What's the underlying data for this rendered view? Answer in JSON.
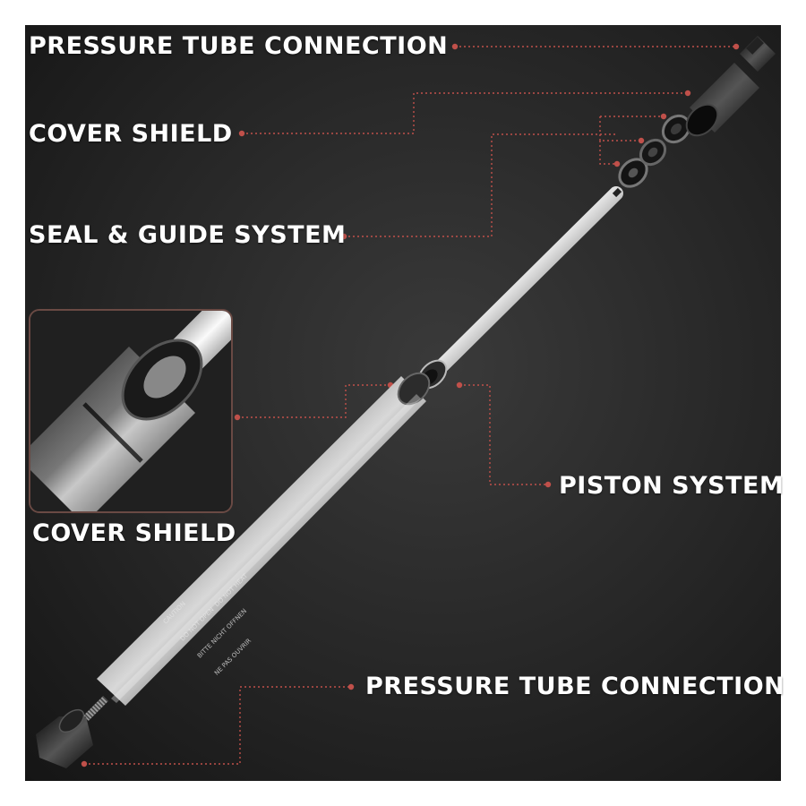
{
  "labels": {
    "pressure_tube_connection_top": "PRESSURE TUBE CONNECTION",
    "cover_shield_top": "COVER SHIELD",
    "seal_guide_system": "SEAL & GUIDE SYSTEM",
    "piston_system": "PISTON SYSTEM",
    "cover_shield_inset": "COVER SHIELD",
    "pressure_tube_connection_bottom": "PRESSURE TUBE CONNECTION"
  },
  "warning_label": {
    "line1": "CAUTION",
    "line2": "DO NOT OPEN  DO NOT HEAT",
    "line3": "BITTE NICHT OFFNEN",
    "line4": "NE PAS OUVRIR"
  },
  "colors": {
    "accent": "#c0504a",
    "background": "#262626",
    "text": "#ffffff"
  }
}
